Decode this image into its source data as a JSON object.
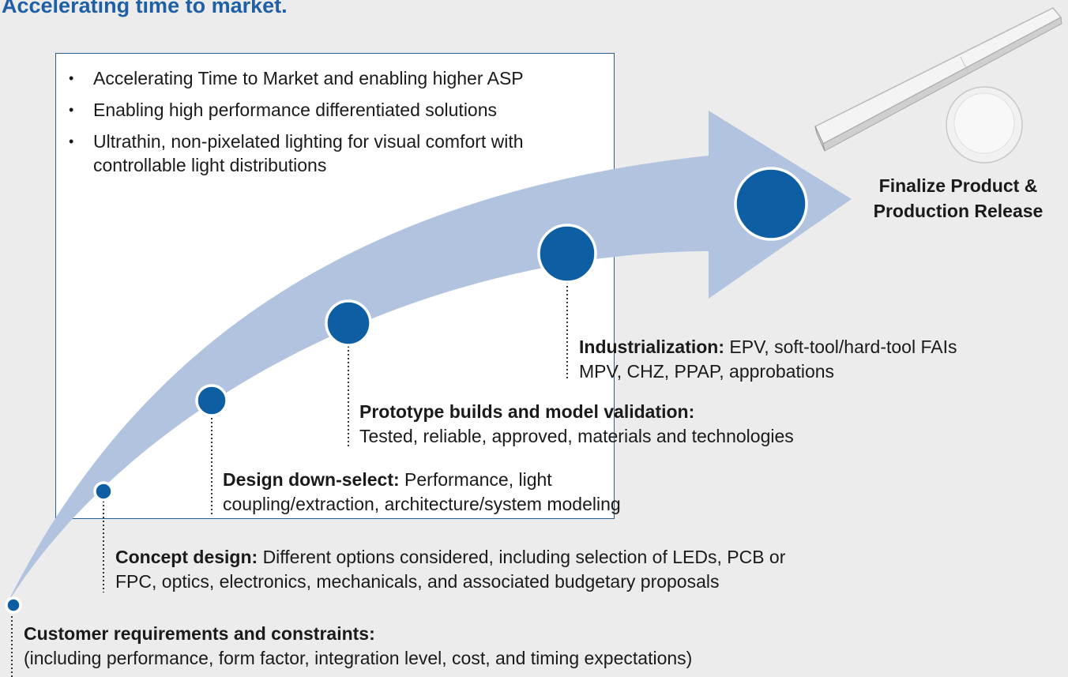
{
  "title": "Accelerating time to market.",
  "bullets": [
    "Accelerating Time to Market and enabling higher ASP",
    "Enabling high performance differentiated solutions",
    "Ultrathin, non-pixelated lighting for visual comfort with controllable light distributions"
  ],
  "final_label": "Finalize Product & Production Release",
  "stages": [
    {
      "heading": "Customer requirements and constraints:",
      "text": "(including performance, form factor, integration level, cost, and timing expectations)"
    },
    {
      "heading": "Concept design:",
      "text1": "Different options considered, including selection of LEDs, PCB or",
      "text2": "FPC, optics, electronics, mechanicals, and associated budgetary proposals"
    },
    {
      "heading": "Design down-select:",
      "text1": "Performance, light",
      "text2": "coupling/extraction, architecture/system modeling"
    },
    {
      "heading": "Prototype builds and model validation:",
      "text": "Tested, reliable, approved, materials and technologies"
    },
    {
      "heading": "Industrialization:",
      "text1": "EPV, soft-tool/hard-tool FAIs",
      "text2": "MPV, CHZ, PPAP, approbations"
    }
  ],
  "colors": {
    "title": "#1f5fa6",
    "arrow": "#b2c3df",
    "milestone": "#0d5ea3",
    "box_border": "#2a5f93",
    "background": "#ececec"
  }
}
